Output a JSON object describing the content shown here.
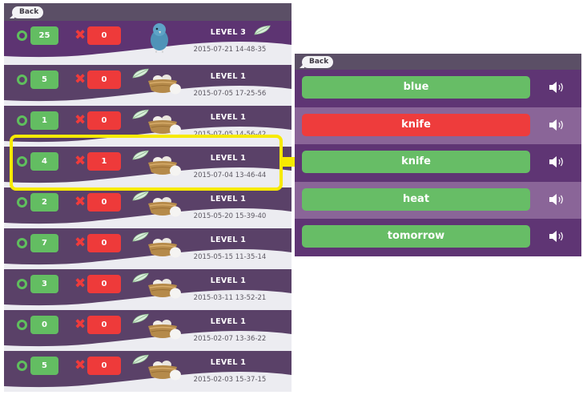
{
  "colors": {
    "row_purple": "#5d3472",
    "row_purple_alt": "#5a4168",
    "correct_green": "#63bd62",
    "wrong_red": "#ee3a3a",
    "highlight_yellow": "#f7ea00",
    "topbar": "#5b4f66"
  },
  "history_panel": {
    "back_label": "Back",
    "rows": [
      {
        "correct": "25",
        "wrong": "0",
        "level": "LEVEL 3",
        "date": "2015-07-21 14-48-35",
        "mascot": "bird-icon"
      },
      {
        "correct": "5",
        "wrong": "0",
        "level": "LEVEL 1",
        "date": "2015-07-05 17-25-56",
        "mascot": "nest-eggs-icon"
      },
      {
        "correct": "1",
        "wrong": "0",
        "level": "LEVEL 1",
        "date": "2015-07-05 14-56-42",
        "mascot": "nest-eggs-icon"
      },
      {
        "correct": "4",
        "wrong": "1",
        "level": "LEVEL 1",
        "date": "2015-07-04 13-46-44",
        "mascot": "nest-eggs-icon",
        "highlighted": true
      },
      {
        "correct": "2",
        "wrong": "0",
        "level": "LEVEL 1",
        "date": "2015-05-20 15-39-40",
        "mascot": "nest-eggs-icon"
      },
      {
        "correct": "7",
        "wrong": "0",
        "level": "LEVEL 1",
        "date": "2015-05-15 11-35-14",
        "mascot": "nest-eggs-icon"
      },
      {
        "correct": "3",
        "wrong": "0",
        "level": "LEVEL 1",
        "date": "2015-03-11 13-52-21",
        "mascot": "nest-eggs-icon"
      },
      {
        "correct": "0",
        "wrong": "0",
        "level": "LEVEL 1",
        "date": "2015-02-07 13-36-22",
        "mascot": "nest-eggs-icon"
      },
      {
        "correct": "5",
        "wrong": "0",
        "level": "LEVEL 1",
        "date": "2015-02-03 15-37-15",
        "mascot": "nest-eggs-icon"
      }
    ]
  },
  "detail_panel": {
    "back_label": "Back",
    "words": [
      {
        "word": "blue",
        "result": "correct"
      },
      {
        "word": "knife",
        "result": "wrong"
      },
      {
        "word": "knife",
        "result": "correct"
      },
      {
        "word": "heat",
        "result": "correct"
      },
      {
        "word": "tomorrow",
        "result": "correct"
      }
    ]
  }
}
